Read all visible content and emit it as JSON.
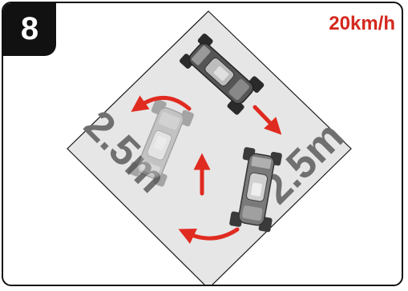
{
  "step": {
    "number": "8"
  },
  "speed": {
    "label": "20km/h",
    "color": "#d4281e"
  },
  "dimensions": {
    "left_side": "2.5m",
    "right_side": "2.5m"
  },
  "track": {
    "shape": "diamond",
    "fill_color": "#e6e6e6",
    "arrow_color": "#e02b20"
  },
  "cars": [
    {
      "name": "car-top",
      "style": "dark"
    },
    {
      "name": "car-right",
      "style": "mid"
    },
    {
      "name": "car-left",
      "style": "faded"
    }
  ],
  "arrows": [
    {
      "name": "arrow-top-right",
      "icon": "straight-arrow-down-right"
    },
    {
      "name": "arrow-bottom",
      "icon": "curved-arrow-left"
    },
    {
      "name": "arrow-center",
      "icon": "straight-arrow-up"
    },
    {
      "name": "arrow-top-left",
      "icon": "curved-arrow-left"
    }
  ]
}
